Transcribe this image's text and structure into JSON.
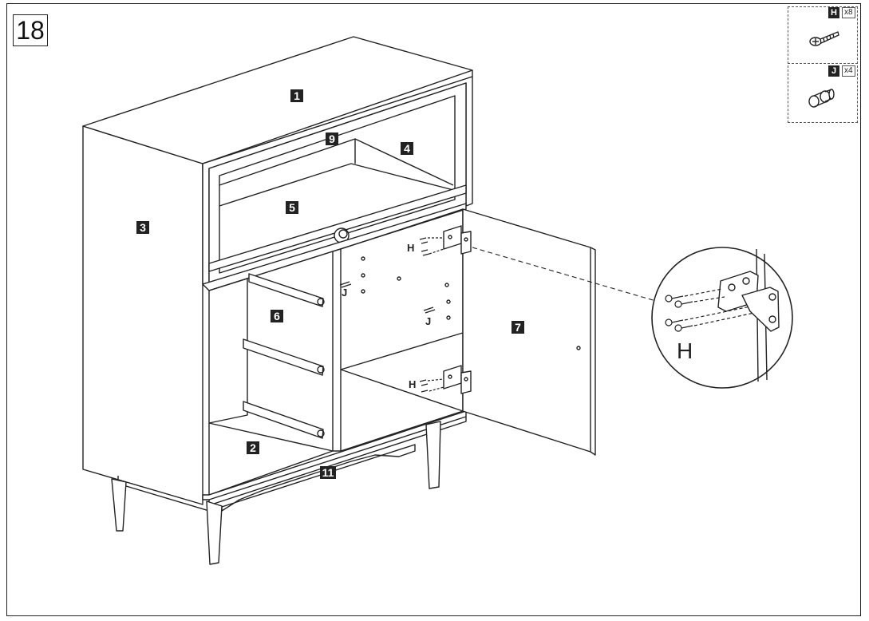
{
  "step_number": "18",
  "hardware": [
    {
      "letter": "H",
      "quantity": "x8",
      "icon": "screw-icon"
    },
    {
      "letter": "J",
      "quantity": "x4",
      "icon": "dowel-pin-icon"
    }
  ],
  "panel_labels": {
    "p1": "1",
    "p2": "2",
    "p3": "3",
    "p4": "4",
    "p5": "5",
    "p6": "6",
    "p7": "7",
    "p9": "9",
    "p11": "11"
  },
  "callouts": {
    "h_top": "H",
    "h_bottom": "H",
    "j_left": "J",
    "j_mid": "J",
    "h_detail": "H"
  }
}
